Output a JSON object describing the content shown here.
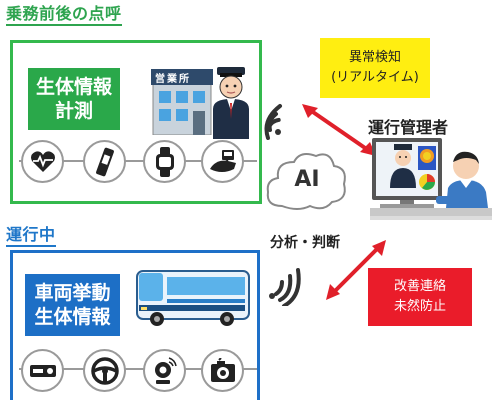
{
  "sections": {
    "before_after": {
      "title": "乗務前後の点呼",
      "label_line1": "生体情報",
      "label_line2": "計測",
      "office_sign": "営業所"
    },
    "driving": {
      "title": "運行中",
      "label_line1": "車両挙動",
      "label_line2": "生体情報"
    }
  },
  "callouts": {
    "anomaly_line1": "異常検知",
    "anomaly_line2": "(リアルタイム)",
    "improve_line1": "改善連絡",
    "improve_line2": "未然防止"
  },
  "manager_label": "運行管理者",
  "ai_label": "AI",
  "analysis_label": "分析・判断",
  "icons_top": [
    "heart-rate-icon",
    "breathalyzer-icon",
    "smartwatch-icon",
    "blood-pressure-icon"
  ],
  "icons_bottom": [
    "dashcam-icon",
    "steering-wheel-icon",
    "driver-camera-icon",
    "camera-icon"
  ],
  "colors": {
    "green": "#2aa84a",
    "blue": "#1d6fc6",
    "yellow": "#ffee11",
    "red": "#ea1c2a"
  }
}
